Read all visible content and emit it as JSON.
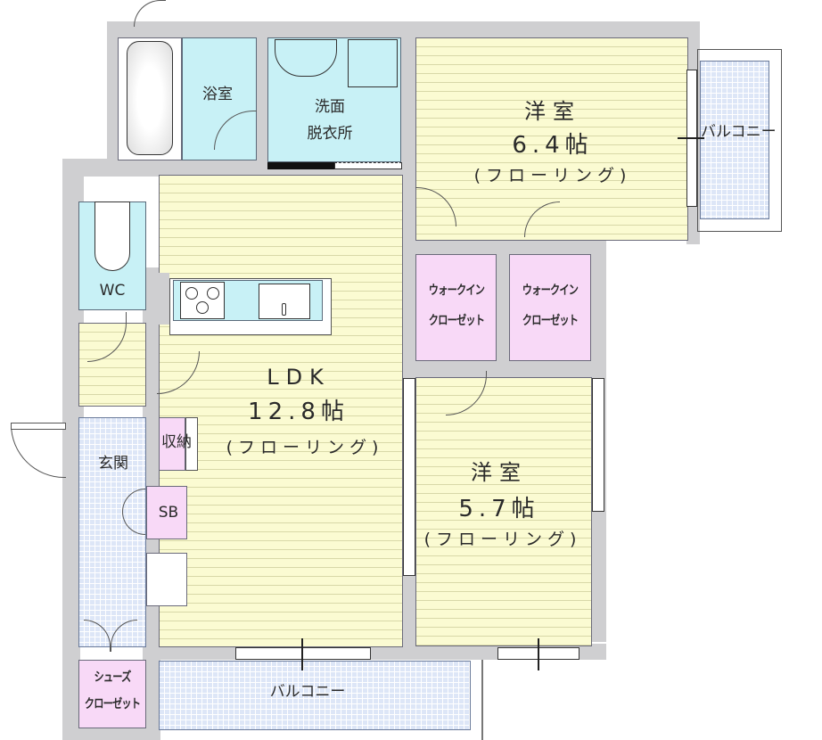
{
  "floor_plan": {
    "rooms": {
      "bathroom": {
        "name": "浴室"
      },
      "washroom": {
        "name_line1": "洗面",
        "name_line2": "脱衣所"
      },
      "western_room_1": {
        "name": "洋室",
        "size": "6.4帖",
        "flooring": "(フローリング)"
      },
      "balcony_east": {
        "name": "バルコニー"
      },
      "wc": {
        "name": "WC"
      },
      "ldk": {
        "name": "LDK",
        "size": "12.8帖",
        "flooring": "(フローリング)"
      },
      "walk_in_closet_1": {
        "line1": "ウォークイン",
        "line2": "クローゼット"
      },
      "walk_in_closet_2": {
        "line1": "ウォークイン",
        "line2": "クローゼット"
      },
      "western_room_2": {
        "name": "洋室",
        "size": "5.7帖",
        "flooring": "(フローリング)"
      },
      "entrance": {
        "name": "玄関"
      },
      "storage": {
        "name": "収納"
      },
      "shoe_box": {
        "name": "SB"
      },
      "shoes_closet": {
        "line1": "シューズ",
        "line2": "クローゼット"
      },
      "balcony_south": {
        "name": "バルコニー"
      }
    },
    "colors": {
      "wall": "#cfcfd1",
      "flooring": "#fbfbd2",
      "wet_area": "#c8f1f6",
      "tile": "#dde6f7",
      "closet": "#f8d9f7"
    }
  }
}
